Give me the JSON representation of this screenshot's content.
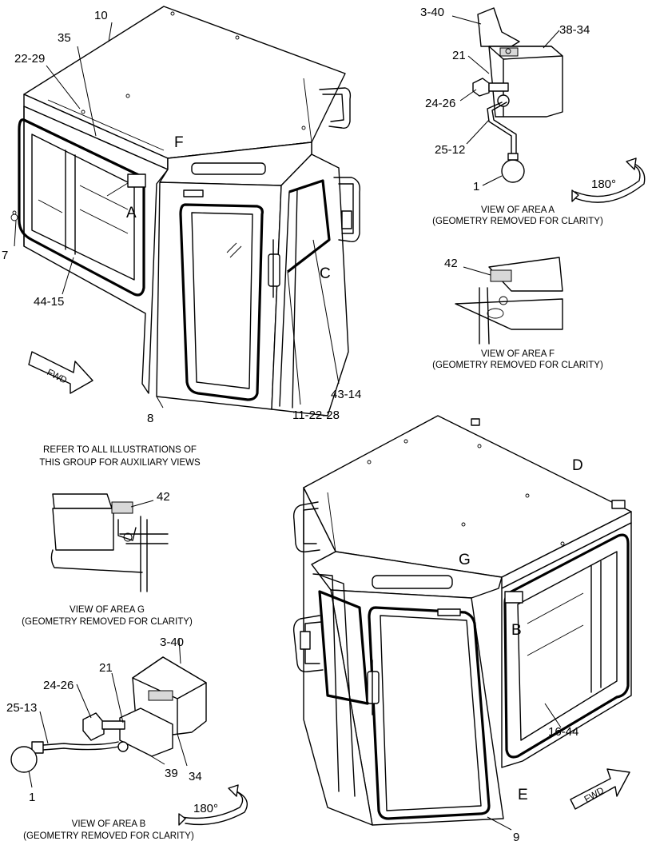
{
  "callouts": {
    "c10": "10",
    "c35": "35",
    "c22_29": "22-29",
    "cF": "F",
    "cA": "A",
    "c7": "7",
    "c44_15": "44-15",
    "c8": "8",
    "c11_22_28": "11-22-28",
    "c43_14": "43-14",
    "cC": "C",
    "c3_40_top": "3-40",
    "c38_34": "38-34",
    "c21_top": "21",
    "c24_26_top": "24-26",
    "c25_12": "25-12",
    "c1_top": "1",
    "c42_top": "42",
    "cD": "D",
    "cG": "G",
    "cB": "B",
    "c16_44": "16-44",
    "cE": "E",
    "c9": "9",
    "c42_bot": "42",
    "c3_40_bot": "3-40",
    "c21_bot": "21",
    "c24_26_bot": "24-26",
    "c25_13": "25-13",
    "c1_bot": "1",
    "c39": "39",
    "c34": "34"
  },
  "fwd_top": "FWD",
  "fwd_bot": "FWD",
  "rot_top": "180°",
  "rot_bot": "180°",
  "captions": {
    "area_a_1": "VIEW OF AREA A",
    "area_a_2": "(GEOMETRY REMOVED FOR CLARITY)",
    "area_f_1": "VIEW OF AREA F",
    "area_f_2": "(GEOMETRY REMOVED FOR CLARITY)",
    "refer_1": "REFER TO ALL ILLUSTRATIONS OF",
    "refer_2": "THIS GROUP FOR AUXILIARY VIEWS",
    "area_g_1": "VIEW OF AREA G",
    "area_g_2": "(GEOMETRY REMOVED FOR CLARITY)",
    "area_b_1": "VIEW OF AREA B",
    "area_b_2": "(GEOMETRY REMOVED FOR CLARITY)"
  }
}
